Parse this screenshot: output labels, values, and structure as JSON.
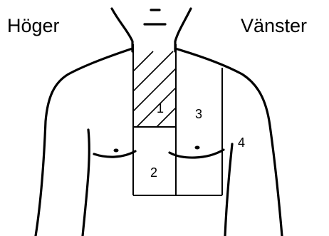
{
  "labels": {
    "right_side": "Höger",
    "left_side": "Vänster"
  },
  "regions": [
    {
      "id": "1",
      "label": "1"
    },
    {
      "id": "2",
      "label": "2"
    },
    {
      "id": "3",
      "label": "3"
    },
    {
      "id": "4",
      "label": "4"
    }
  ],
  "colors": {
    "ink": "#000000",
    "background": "#ffffff"
  }
}
